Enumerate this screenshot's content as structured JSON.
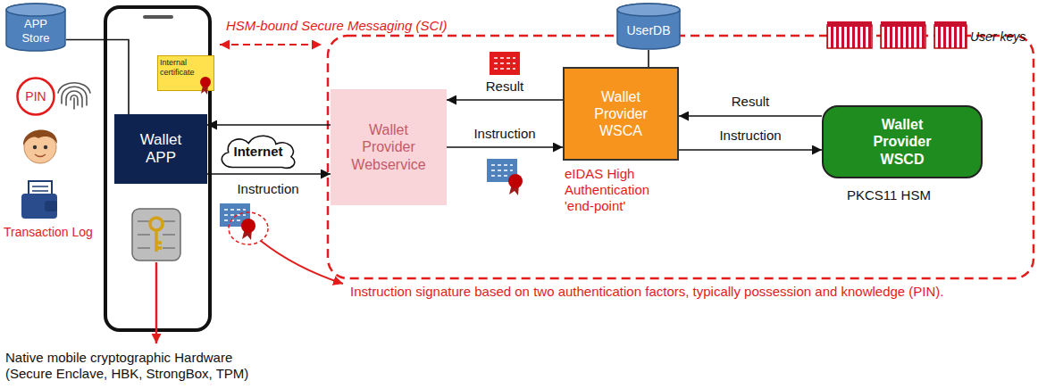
{
  "diagram": {
    "nodes": [
      {
        "text": [
          "APP Store"
        ]
      },
      {
        "text": [
          "Internal certificate"
        ]
      },
      {
        "text": [
          "Wallet APP"
        ]
      },
      {
        "text": [
          "PIN"
        ]
      },
      {
        "text": [
          "Internet"
        ]
      },
      {
        "text": [
          "Wallet Provider Webservice"
        ]
      },
      {
        "text": [
          "UserDB"
        ]
      },
      {
        "text": [
          "Wallet Provider WSCA"
        ]
      },
      {
        "text": [
          "Wallet Provider WSCD"
        ]
      }
    ],
    "edges": [
      {
        "from": 0,
        "to": 2,
        "arrow": "none"
      },
      {
        "from": 5,
        "to": 2,
        "arrow": "to"
      },
      {
        "from": 2,
        "to": 5,
        "label": "Instruction",
        "arrow": "to"
      },
      {
        "from": 7,
        "to": 5,
        "label": "Result",
        "arrow": "to"
      },
      {
        "from": 5,
        "to": 7,
        "label": "Instruction",
        "arrow": "to"
      },
      {
        "from": 6,
        "to": 7,
        "arrow": "none"
      },
      {
        "from": 8,
        "to": 7,
        "label": "Result",
        "arrow": "to"
      },
      {
        "from": 7,
        "to": 8,
        "label": "Instruction",
        "arrow": "to"
      }
    ],
    "labels": [
      "HSM-bound Secure Messaging (SCI)",
      "User keys",
      "PKCS11 HSM",
      "eIDAS High Authentication 'end-point'",
      "Instruction signature based on two authentication factors, typically possession and knowledge (PIN).",
      "Transaction Log",
      "Native mobile cryptographic Hardware (Secure Enclave, HBK, StrongBox, TPM)"
    ]
  }
}
